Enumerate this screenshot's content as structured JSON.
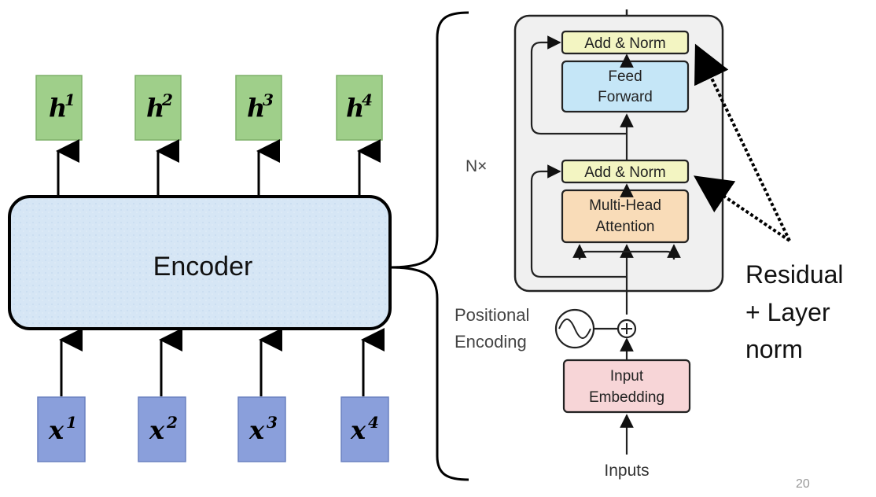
{
  "encoder": {
    "label": "Encoder",
    "outputs": [
      {
        "base": "h",
        "sup": "1"
      },
      {
        "base": "h",
        "sup": "2"
      },
      {
        "base": "h",
        "sup": "3"
      },
      {
        "base": "h",
        "sup": "4"
      }
    ],
    "inputs": [
      {
        "base": "x",
        "sup": "1"
      },
      {
        "base": "x",
        "sup": "2"
      },
      {
        "base": "x",
        "sup": "3"
      },
      {
        "base": "x",
        "sup": "4"
      }
    ]
  },
  "transformer": {
    "nx_label": "N×",
    "add_norm_top": "Add & Norm",
    "feed_forward_line1": "Feed",
    "feed_forward_line2": "Forward",
    "add_norm_bottom": "Add & Norm",
    "mha_line1": "Multi-Head",
    "mha_line2": "Attention",
    "pos_enc_line1": "Positional",
    "pos_enc_line2": "Encoding",
    "embed_line1": "Input",
    "embed_line2": "Embedding",
    "inputs_label": "Inputs"
  },
  "annotation": {
    "line1": "Residual",
    "line2": "+ Layer",
    "line3": "norm"
  },
  "page_number": "20",
  "colors": {
    "output_box": "#9fcf8a",
    "input_box": "#8a9fdb",
    "encoder_fill": "#d6e6f5",
    "add_norm_fill": "#f3f5c2",
    "feed_forward_fill": "#c5e6f7",
    "mha_fill": "#f9dcb8",
    "embed_fill": "#f7d5d7",
    "stack_bg": "#f0f0f0"
  }
}
